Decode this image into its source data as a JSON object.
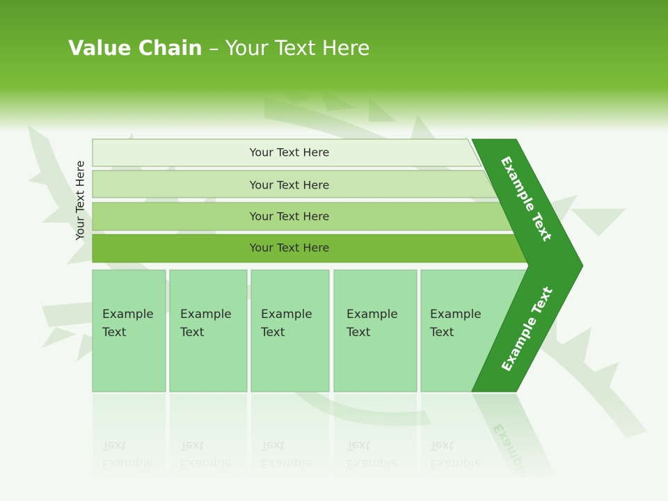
{
  "title": {
    "bold": "Value Chain",
    "rest": " – Your Text Here"
  },
  "side_label": "Your Text Here",
  "rows": [
    {
      "label": "Your Text Here",
      "color": "#e5f2dc"
    },
    {
      "label": "Your Text Here",
      "color": "#c9e5b2"
    },
    {
      "label": "Your Text Here",
      "color": "#acd785"
    },
    {
      "label": "Your Text Here",
      "color": "#7cb93f"
    }
  ],
  "boxes": [
    {
      "line1": "Example",
      "line2": "Text"
    },
    {
      "line1": "Example",
      "line2": "Text"
    },
    {
      "line1": "Example",
      "line2": "Text"
    },
    {
      "line1": "Example",
      "line2": "Text"
    },
    {
      "line1": "Example",
      "line2": "Text"
    }
  ],
  "chevron": {
    "top_label": "Example Text",
    "bottom_label": "Example Text"
  },
  "colors": {
    "header": "#72b535",
    "box": "#a2dfa6",
    "chevron": "#37962f"
  }
}
